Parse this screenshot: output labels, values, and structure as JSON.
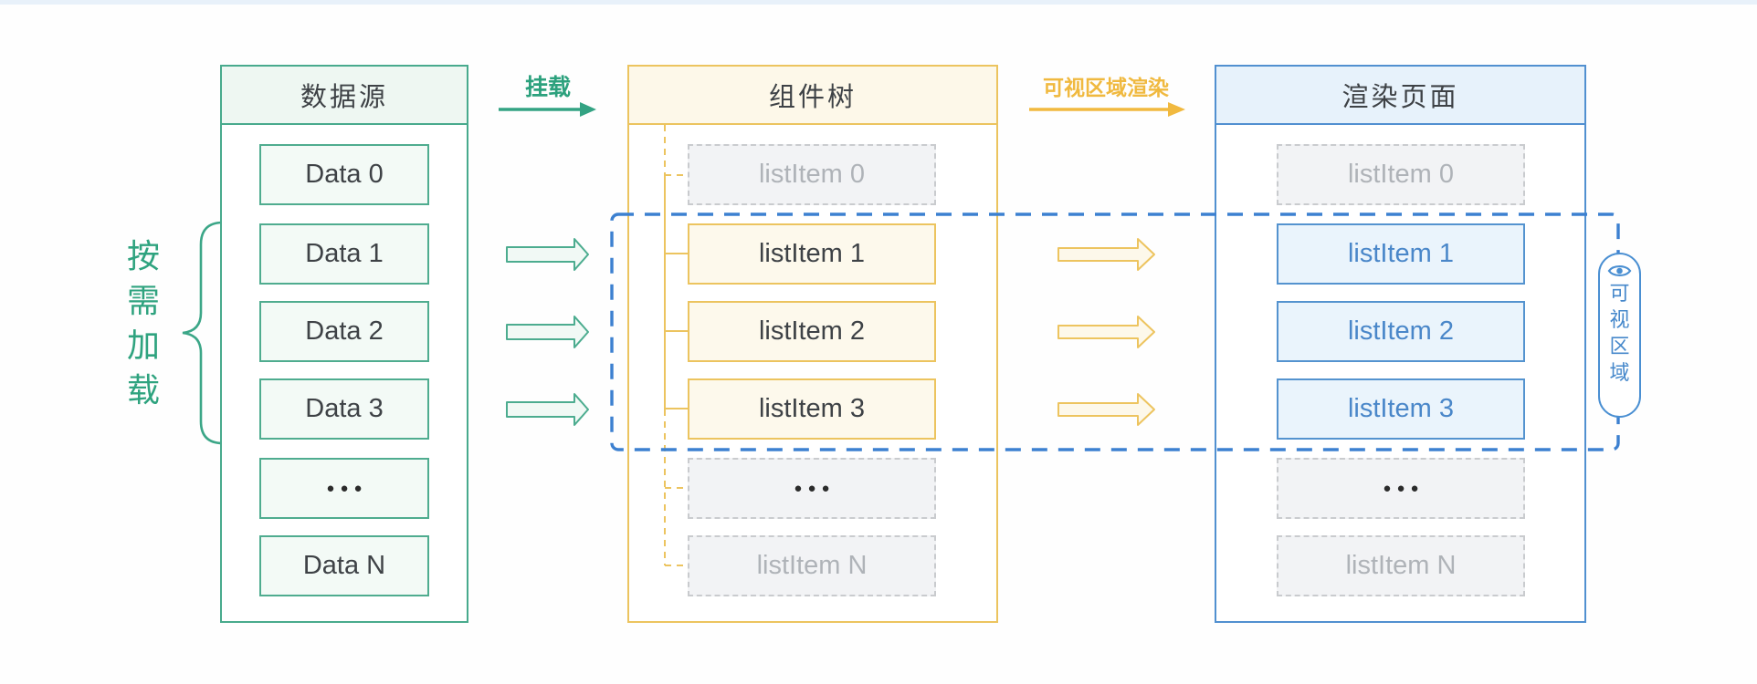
{
  "diagram": {
    "left_label": {
      "text": "按需加载",
      "chars": [
        "按",
        "需",
        "加",
        "载"
      ]
    },
    "mount_arrow": {
      "label": "挂载"
    },
    "render_arrow": {
      "label": "可视区域渲染"
    },
    "viewport_badge": {
      "text": "可视区域",
      "chars": [
        "可",
        "视",
        "区",
        "域"
      ],
      "icon": "eye-icon"
    },
    "columns": {
      "source": {
        "title": "数据源",
        "items": [
          "Data 0",
          "Data 1",
          "Data 2",
          "Data 3",
          "●●●",
          "Data N"
        ]
      },
      "tree": {
        "title": "组件树",
        "items": [
          "listItem 0",
          "listItem 1",
          "listItem 2",
          "listItem 3",
          "●●●",
          "listItem N"
        ]
      },
      "render": {
        "title": "渲染页面",
        "items": [
          "listItem 0",
          "listItem 1",
          "listItem 2",
          "listItem 3",
          "●●●",
          "listItem N"
        ]
      }
    },
    "colors": {
      "teal_border": "#48aa8d",
      "teal_fill": "#f3faf6",
      "teal_text": "#2fa37f",
      "yellow_border": "#ecc45f",
      "yellow_fill": "#fdf9ec",
      "yellow_text": "#f0b93f",
      "blue_border": "#5190d0",
      "blue_fill": "#eaf4fc",
      "blue_text": "#4a87c9",
      "viewport_dash": "#3c80d0",
      "ghost_border": "#c9cbce",
      "ghost_fill": "#f2f3f5",
      "ghost_text": "#afb3b8",
      "dark_text": "#3e4246"
    }
  }
}
